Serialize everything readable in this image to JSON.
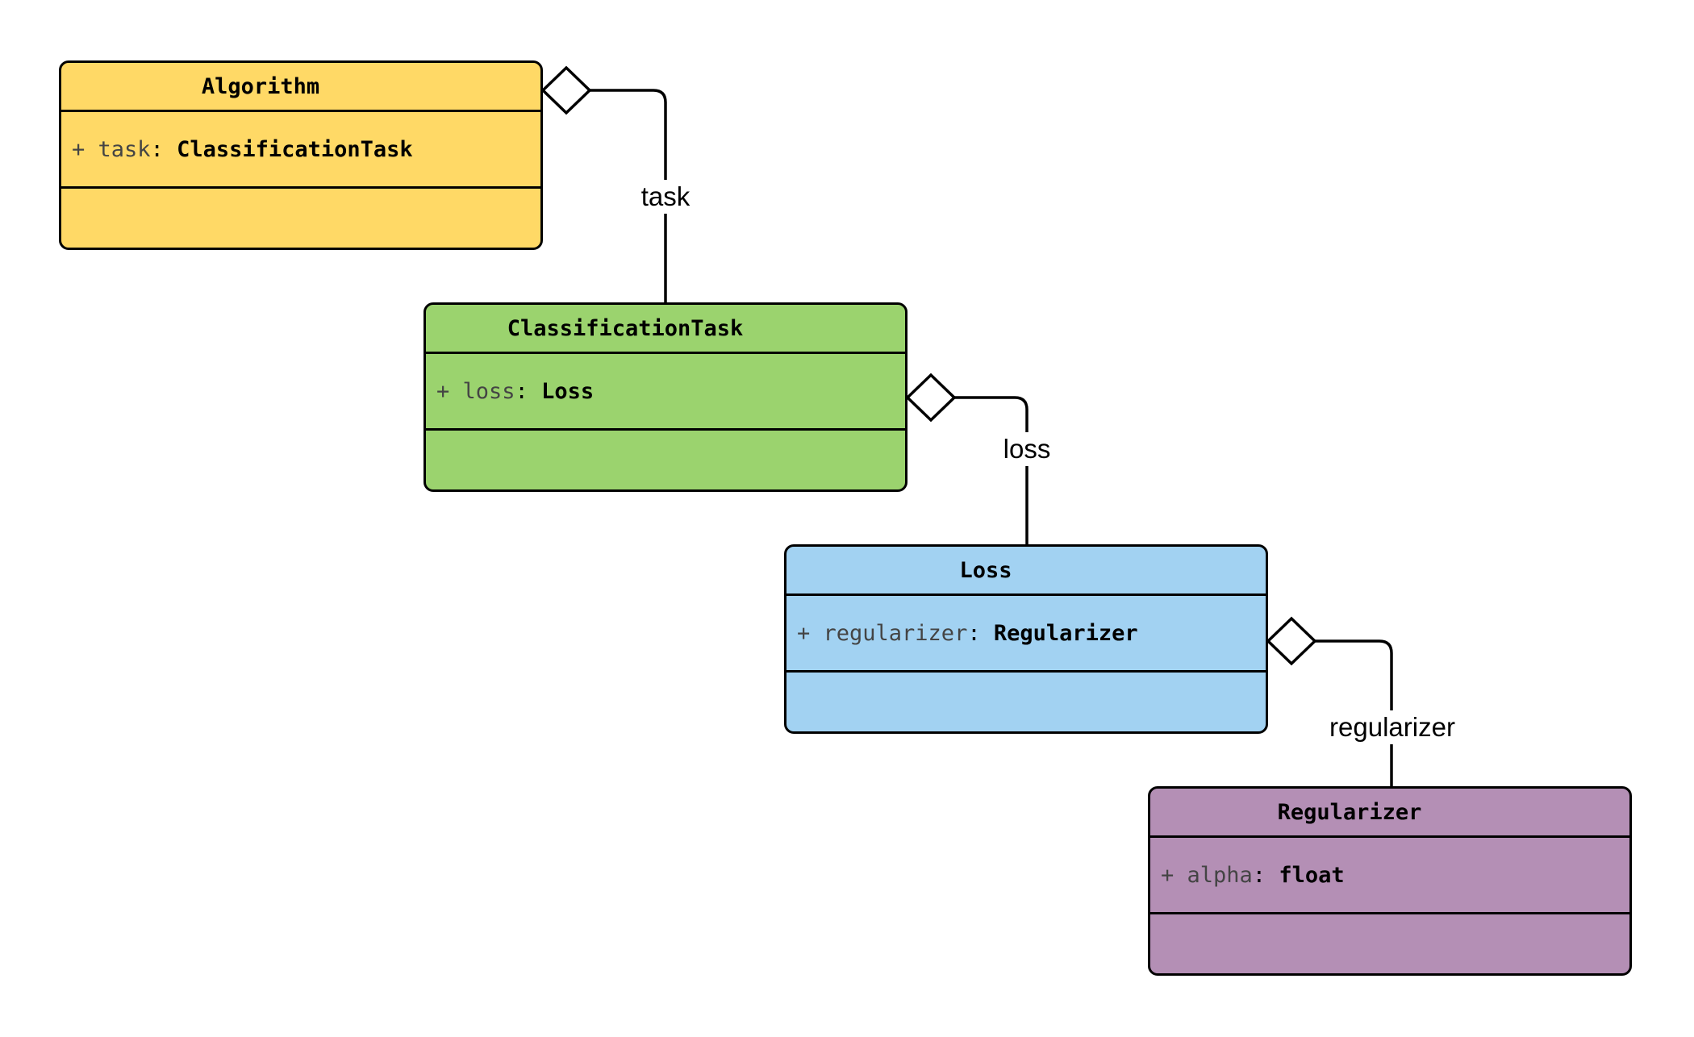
{
  "diagram": {
    "kind": "UML class diagram",
    "background": "#ffffff",
    "stroke_color": "#000000",
    "attribute_name_color": "#444444",
    "classes": [
      {
        "name": "Algorithm",
        "fill": "#FFD966",
        "attributes": [
          {
            "name": "+ task",
            "separator": ": ",
            "type": "ClassificationTask"
          }
        ]
      },
      {
        "name": "ClassificationTask",
        "fill": "#9BD36E",
        "attributes": [
          {
            "name": "+ loss",
            "separator": ": ",
            "type": "Loss"
          }
        ]
      },
      {
        "name": "Loss",
        "fill": "#A2D2F2",
        "attributes": [
          {
            "name": "+ regularizer",
            "separator": ": ",
            "type": "Regularizer"
          }
        ]
      },
      {
        "name": "Regularizer",
        "fill": "#B48FB5",
        "attributes": [
          {
            "name": "+ alpha",
            "separator": ": ",
            "type": "float"
          }
        ]
      }
    ],
    "relations": [
      {
        "from": "Algorithm",
        "to": "ClassificationTask",
        "type": "aggregation",
        "label": "task"
      },
      {
        "from": "ClassificationTask",
        "to": "Loss",
        "type": "aggregation",
        "label": "loss"
      },
      {
        "from": "Loss",
        "to": "Regularizer",
        "type": "aggregation",
        "label": "regularizer"
      }
    ]
  }
}
